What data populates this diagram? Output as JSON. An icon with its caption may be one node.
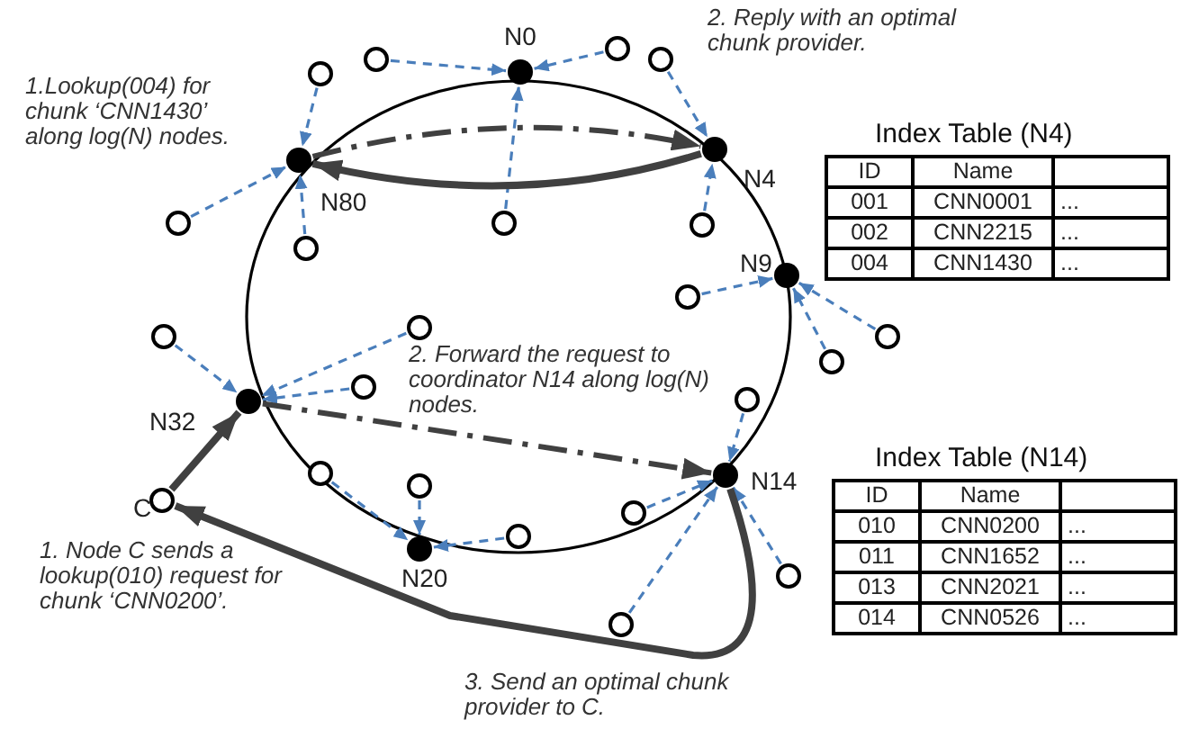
{
  "diagram": {
    "nodes": [
      {
        "text": [],
        "shape": "dot",
        "beside": [
          "N0"
        ]
      },
      {
        "text": [],
        "shape": "dot",
        "beside": [
          "N4"
        ]
      },
      {
        "text": [],
        "shape": "dot",
        "beside": [
          "N80"
        ]
      },
      {
        "text": [],
        "shape": "dot",
        "beside": [
          "N9"
        ]
      },
      {
        "text": [],
        "shape": "dot",
        "beside": [
          "N32"
        ]
      },
      {
        "text": [],
        "shape": "dot",
        "beside": [
          "N14"
        ]
      },
      {
        "text": [],
        "shape": "circle",
        "beside": [
          "C"
        ]
      },
      {
        "text": [],
        "shape": "dot",
        "beside": [
          "N20"
        ]
      },
      {
        "text": [],
        "shape": "circle"
      },
      {
        "text": [],
        "shape": "circle"
      },
      {
        "text": [],
        "shape": "circle"
      },
      {
        "text": [],
        "shape": "circle"
      },
      {
        "text": [],
        "shape": "circle"
      },
      {
        "text": [],
        "shape": "circle"
      },
      {
        "text": [],
        "shape": "circle"
      },
      {
        "text": [],
        "shape": "circle"
      },
      {
        "text": [],
        "shape": "circle"
      },
      {
        "text": [],
        "shape": "circle"
      },
      {
        "text": [],
        "shape": "circle"
      },
      {
        "text": [],
        "shape": "circle"
      },
      {
        "text": [],
        "shape": "circle"
      },
      {
        "text": [],
        "shape": "circle"
      },
      {
        "text": [],
        "shape": "circle"
      },
      {
        "text": [],
        "shape": "circle"
      },
      {
        "text": [],
        "shape": "circle"
      },
      {
        "text": [],
        "shape": "circle"
      },
      {
        "text": [],
        "shape": "circle"
      },
      {
        "text": [],
        "shape": "circle"
      },
      {
        "text": [],
        "shape": "circle"
      }
    ],
    "edges": [
      {
        "from": 8,
        "to": 0,
        "arrow": "to",
        "style": "dashed"
      },
      {
        "from": 9,
        "to": 0,
        "arrow": "to",
        "style": "dashed"
      },
      {
        "from": 10,
        "to": 1,
        "arrow": "to",
        "style": "dashed"
      },
      {
        "from": 11,
        "to": 2,
        "arrow": "to",
        "style": "dashed"
      },
      {
        "from": 12,
        "to": 2,
        "arrow": "to",
        "style": "dashed"
      },
      {
        "from": 13,
        "to": 2,
        "arrow": "to",
        "style": "dashed"
      },
      {
        "from": 14,
        "to": 0,
        "arrow": "to",
        "style": "dashed"
      },
      {
        "from": 15,
        "to": 1,
        "arrow": "to",
        "style": "dashed"
      },
      {
        "from": 16,
        "to": 3,
        "arrow": "to",
        "style": "dashed"
      },
      {
        "from": 17,
        "to": 3,
        "arrow": "to",
        "style": "dashed"
      },
      {
        "from": 18,
        "to": 3,
        "arrow": "to",
        "style": "dashed"
      },
      {
        "from": 19,
        "to": 4,
        "arrow": "to",
        "style": "dashed"
      },
      {
        "from": 20,
        "to": 4,
        "arrow": "to",
        "style": "dashed"
      },
      {
        "from": 21,
        "to": 4,
        "arrow": "to",
        "style": "dashed"
      },
      {
        "from": 22,
        "to": 5,
        "arrow": "to",
        "style": "dashed"
      },
      {
        "from": 23,
        "to": 7,
        "arrow": "to",
        "style": "dashed"
      },
      {
        "from": 24,
        "to": 7,
        "arrow": "to",
        "style": "dashed"
      },
      {
        "from": 25,
        "to": 7,
        "arrow": "to",
        "style": "dashed"
      },
      {
        "from": 26,
        "to": 5,
        "arrow": "to",
        "style": "dashed"
      },
      {
        "from": 27,
        "to": 5,
        "arrow": "to",
        "style": "dashed"
      },
      {
        "from": 28,
        "to": 5,
        "arrow": "to",
        "style": "dashed"
      },
      {
        "from": 2,
        "to": 1,
        "arrow": "to",
        "style": "dashed",
        "color": "#404040"
      },
      {
        "from": 1,
        "to": 2,
        "arrow": "to",
        "style": "thick",
        "color": "#404040"
      },
      {
        "from": 6,
        "to": 4,
        "arrow": "to",
        "style": "thick",
        "color": "#404040"
      },
      {
        "from": 4,
        "to": 5,
        "arrow": "to",
        "style": "dashed",
        "color": "#404040"
      },
      {
        "from": 5,
        "to": 6,
        "arrow": "to",
        "style": "thick",
        "color": "#404040"
      }
    ],
    "labels": [
      "2. Reply with an optimal chunk provider.",
      "1.Lookup(004) for chunk ‘CNN1430’ along log(N) nodes.",
      "Index Table (N4)",
      "ID",
      "Name",
      "001",
      "CNN0001",
      "...",
      "002",
      "CNN2215",
      "...",
      "004",
      "CNN1430",
      "...",
      "2. Forward the request to coordinator N14 along log(N) nodes.",
      "Index Table (N14)",
      "ID",
      "Name",
      "010",
      "CNN0200",
      "...",
      "011",
      "CNN1652",
      "...",
      "013",
      "CNN2021",
      "...",
      "014",
      "CNN0526",
      "...",
      "1. Node C sends a lookup(010) request for chunk ‘CNN0200’.",
      "3. Send an optimal chunk provider to C."
    ]
  }
}
